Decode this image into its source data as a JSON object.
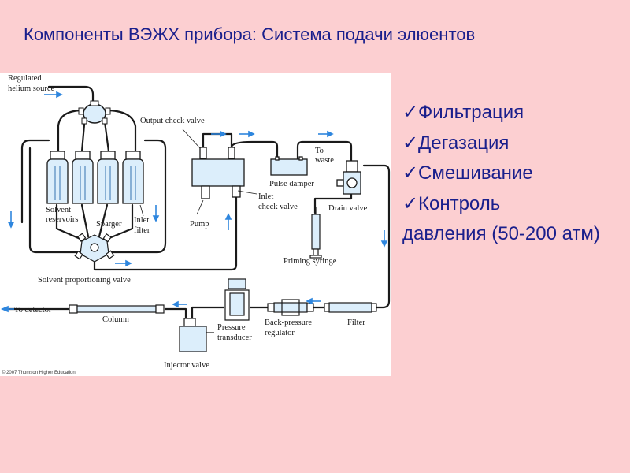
{
  "slide": {
    "title": "Компоненты ВЭЖХ прибора: Система подачи элюентов",
    "bullets": [
      {
        "check": "✓",
        "text": "Фильтрация"
      },
      {
        "check": "✓",
        "text": "Дегазация"
      },
      {
        "check": "✓",
        "text": "Смешивание"
      },
      {
        "check": "✓",
        "text": "Контроль"
      }
    ],
    "bullet_continuation": "давления (50-200 атм)"
  },
  "diagram": {
    "labels": {
      "helium_1": "Regulated",
      "helium_2": "helium source",
      "output_check_valve": "Output check valve",
      "to_waste_1": "To",
      "to_waste_2": "waste",
      "pulse_damper": "Pulse damper",
      "drain_valve": "Drain valve",
      "inlet_check_1": "Inlet",
      "inlet_check_2": "check valve",
      "solvent_res_1": "Solvent",
      "solvent_res_2": "reservoirs",
      "sparger": "Sparger",
      "inlet_filter_1": "Inlet",
      "inlet_filter_2": "filter",
      "pump": "Pump",
      "priming_syringe": "Priming syringe",
      "proportioning_valve": "Solvent proportioning valve",
      "to_detector": "To detector",
      "column": "Column",
      "pressure_1": "Pressure",
      "pressure_2": "transducer",
      "backpressure_1": "Back-pressure",
      "backpressure_2": "regulator",
      "filter": "Filter",
      "injector_valve": "Injector valve",
      "copyright": "© 2007 Thomson Higher Education"
    },
    "colors": {
      "tubing": "#1a1a1a",
      "flow_arrow": "#2e86de",
      "component_fill": "#dceefb",
      "diagram_bg": "#ffffff"
    }
  }
}
